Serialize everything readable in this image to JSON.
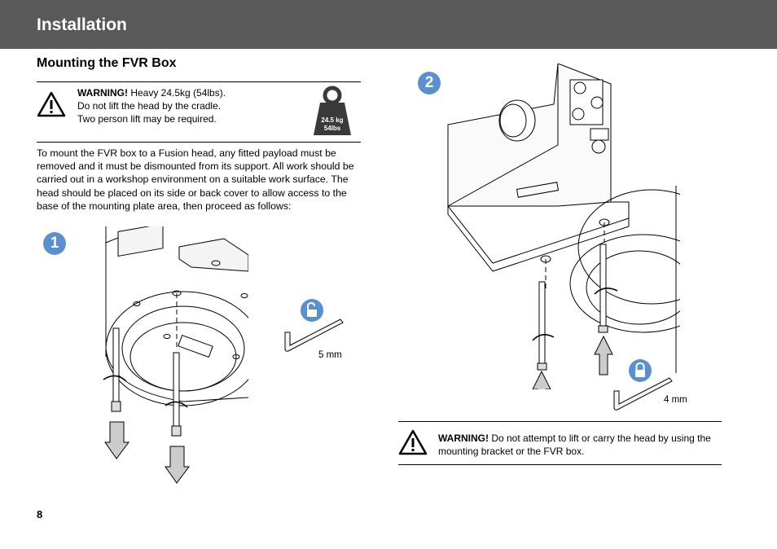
{
  "header": {
    "title": "Installation"
  },
  "section": {
    "title": "Mounting the FVR Box"
  },
  "warning1": {
    "label": "WARNING!",
    "line1": " Heavy 24.5kg (54lbs).",
    "line2": "Do not lift the head by the cradle.",
    "line3": "Two person lift may be required."
  },
  "weight_badge": {
    "line1": "24.5 kg",
    "line2": "54lbs"
  },
  "body": {
    "paragraph": "To mount the FVR box to a Fusion head, any fitted payload must be removed and it must be dismounted from its support. All work should be carried out in a workshop environment on a suitable work surface. The head should be placed on its side or back cover to allow access to the base of the mounting plate area, then proceed as follows:"
  },
  "steps": [
    {
      "number": "1",
      "tool_size": "5 mm"
    },
    {
      "number": "2",
      "tool_size": "4 mm"
    }
  ],
  "warning2": {
    "label": "WARNING!",
    "text": " Do not attempt to lift or carry the head by using the mounting bracket or the FVR box."
  },
  "footer": {
    "page_number": "8"
  },
  "colors": {
    "header_bg": "#595959",
    "step_badge": "#5a8fd0"
  },
  "icons": [
    "warning-triangle-icon",
    "weight-icon",
    "unlock-icon",
    "lock-icon",
    "hex-key-icon",
    "rotate-arrow-icon",
    "direction-arrow-icon"
  ]
}
